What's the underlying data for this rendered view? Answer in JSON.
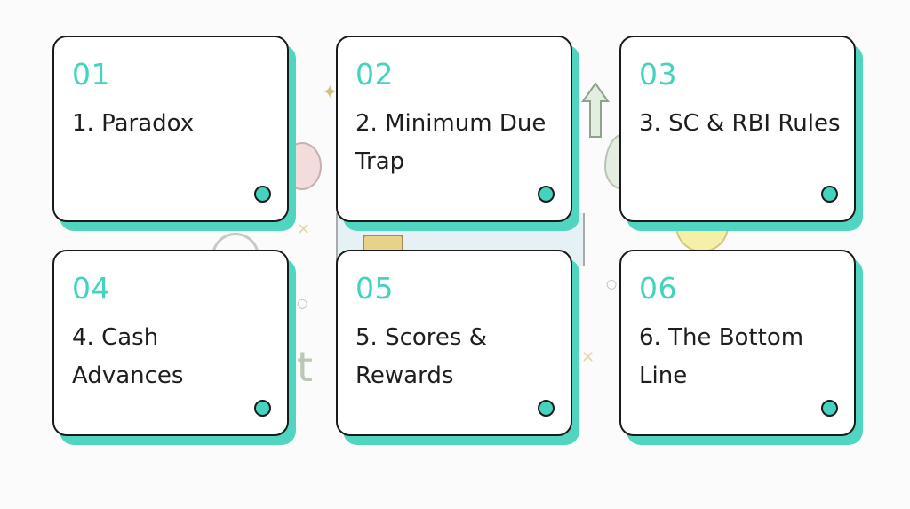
{
  "colors": {
    "accent": "#43d3be",
    "shadow": "#4fd5c0",
    "border": "#1a1a1a",
    "text": "#1e1e1e",
    "background": "#fbfbfb"
  },
  "cards": [
    {
      "number": "01",
      "title": "1. Paradox"
    },
    {
      "number": "02",
      "title": "2. Minimum Due Trap"
    },
    {
      "number": "03",
      "title": "3. SC & RBI Rules"
    },
    {
      "number": "04",
      "title": "4. Cash Advances"
    },
    {
      "number": "05",
      "title": "5. Scores & Rewards"
    },
    {
      "number": "06",
      "title": "6. The Bottom Line"
    }
  ],
  "background": {
    "doodle_letter": "t",
    "doodle_icons": [
      "piggy-bank-icon",
      "credit-card-icon",
      "up-arrow-icon",
      "leaf-icon",
      "light-bulb-icon",
      "swirl-icon",
      "sparkle-icon"
    ]
  }
}
